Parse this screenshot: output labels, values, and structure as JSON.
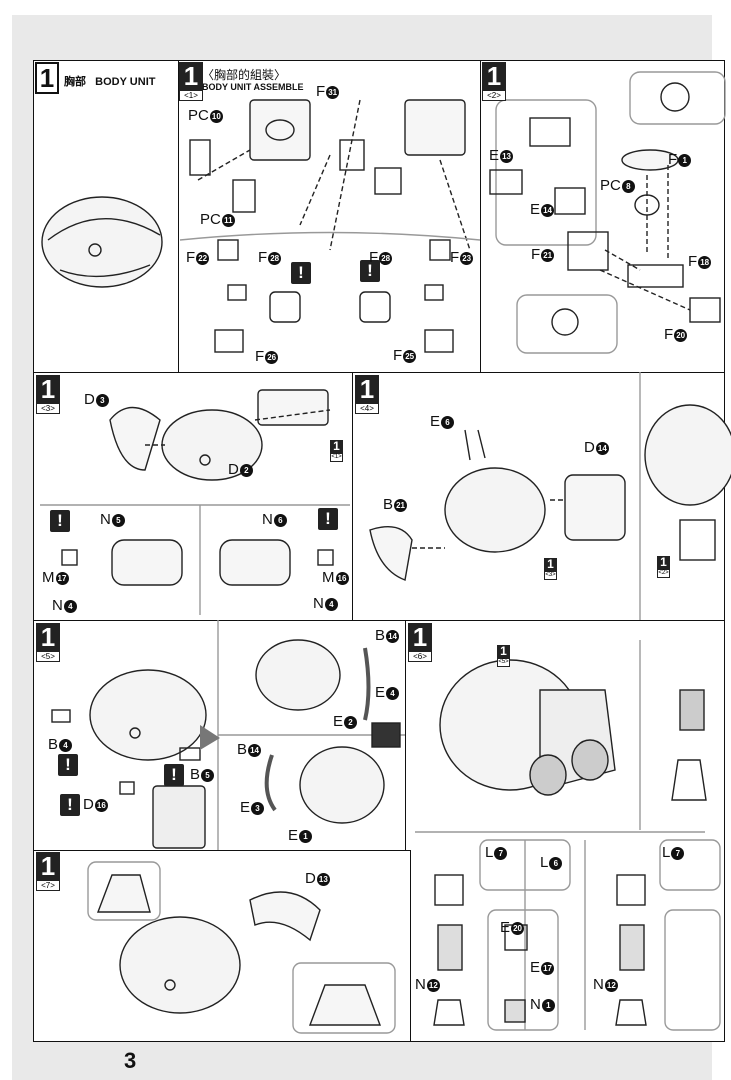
{
  "page_number": "3",
  "section": {
    "step": "1",
    "title_cn": "胸部",
    "title_en": "BODY UNIT"
  },
  "steps": [
    {
      "num": "1",
      "sub": "<1>",
      "title_cn": "〈胸部的組裝〉",
      "title_en": "BODY UNIT ASSEMBLE"
    },
    {
      "num": "1",
      "sub": "<2>"
    },
    {
      "num": "1",
      "sub": "<3>"
    },
    {
      "num": "1",
      "sub": "<4>"
    },
    {
      "num": "1",
      "sub": "<5>"
    },
    {
      "num": "1",
      "sub": "<6>"
    },
    {
      "num": "1",
      "sub": "<7>"
    }
  ],
  "refs": [
    {
      "num": "1",
      "sub": "<1>"
    },
    {
      "num": "1",
      "sub": "<3>"
    },
    {
      "num": "1",
      "sub": "<2>"
    },
    {
      "num": "1",
      "sub": "<5>"
    }
  ],
  "warning_symbol": "!",
  "parts": [
    {
      "l": "F",
      "n": "31"
    },
    {
      "l": "PC",
      "n": "10"
    },
    {
      "l": "PC",
      "n": "11"
    },
    {
      "l": "F",
      "n": "22"
    },
    {
      "l": "F",
      "n": "28"
    },
    {
      "l": "F",
      "n": "26"
    },
    {
      "l": "F",
      "n": "28"
    },
    {
      "l": "F",
      "n": "23"
    },
    {
      "l": "F",
      "n": "25"
    },
    {
      "l": "E",
      "n": "13"
    },
    {
      "l": "E",
      "n": "14"
    },
    {
      "l": "PC",
      "n": "8"
    },
    {
      "l": "F",
      "n": "1"
    },
    {
      "l": "F",
      "n": "21"
    },
    {
      "l": "F",
      "n": "18"
    },
    {
      "l": "F",
      "n": "20"
    },
    {
      "l": "D",
      "n": "3"
    },
    {
      "l": "D",
      "n": "2"
    },
    {
      "l": "N",
      "n": "5"
    },
    {
      "l": "N",
      "n": "6"
    },
    {
      "l": "M",
      "n": "17"
    },
    {
      "l": "M",
      "n": "16"
    },
    {
      "l": "N",
      "n": "4"
    },
    {
      "l": "N",
      "n": "4"
    },
    {
      "l": "E",
      "n": "6"
    },
    {
      "l": "D",
      "n": "14"
    },
    {
      "l": "B",
      "n": "21"
    },
    {
      "l": "B",
      "n": "14"
    },
    {
      "l": "E",
      "n": "4"
    },
    {
      "l": "E",
      "n": "2"
    },
    {
      "l": "B",
      "n": "4"
    },
    {
      "l": "B",
      "n": "5"
    },
    {
      "l": "D",
      "n": "16"
    },
    {
      "l": "B",
      "n": "14"
    },
    {
      "l": "E",
      "n": "3"
    },
    {
      "l": "E",
      "n": "1"
    },
    {
      "l": "L",
      "n": "7"
    },
    {
      "l": "L",
      "n": "6"
    },
    {
      "l": "E",
      "n": "20"
    },
    {
      "l": "E",
      "n": "17"
    },
    {
      "l": "N",
      "n": "12"
    },
    {
      "l": "N",
      "n": "1"
    },
    {
      "l": "L",
      "n": "7"
    },
    {
      "l": "N",
      "n": "12"
    },
    {
      "l": "D",
      "n": "13"
    }
  ]
}
